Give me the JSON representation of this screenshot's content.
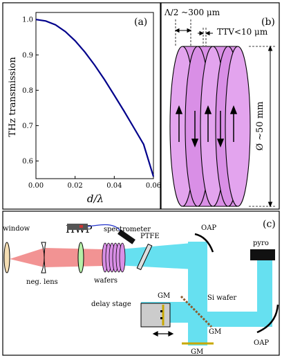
{
  "panel_a": {
    "label": "(a)",
    "ylabel": "THz transmission",
    "xlabel": "d/λ",
    "chart_data": {
      "type": "line",
      "title": "",
      "xlabel": "d/λ",
      "ylabel": "THz transmission",
      "xlim": [
        0.0,
        0.06
      ],
      "ylim": [
        0.55,
        1.02
      ],
      "xticks": [
        "0.00",
        "0.02",
        "0.04",
        "0.06"
      ],
      "yticks": [
        "0.6",
        "0.7",
        "0.8",
        "0.9",
        "1.0"
      ],
      "x": [
        0.0,
        0.005,
        0.01,
        0.015,
        0.02,
        0.025,
        0.03,
        0.035,
        0.04,
        0.045,
        0.05,
        0.055,
        0.06
      ],
      "series": [
        {
          "values": [
            1.0,
            0.996,
            0.985,
            0.966,
            0.94,
            0.908,
            0.871,
            0.83,
            0.786,
            0.741,
            0.694,
            0.647,
            0.556
          ]
        }
      ],
      "line_color": "#00008b",
      "grid": false
    }
  },
  "panel_b": {
    "label": "(b)",
    "period_label": "Λ/2 ~300 μm",
    "ttv_label": "TTV<10 μm",
    "diameter_label": "Ø ~50 mm",
    "wafer_color": "#d98fe6"
  },
  "panel_c": {
    "label": "(c)",
    "window": "window",
    "hwp": "HWP",
    "neg_lens": "neg. lens",
    "wafers": "wafers",
    "spectrometer": "spectrometer",
    "ptfe": "PTFE",
    "oap_top": "OAP",
    "oap_right": "OAP",
    "pyro": "pyro",
    "gm_left": "GM",
    "gm_mid": "GM",
    "gm_bottom": "GM",
    "si_wafer": "Si wafer",
    "delay_stage": "delay stage",
    "laser_color": "#f08080",
    "thz_color": "#66e0f0"
  }
}
